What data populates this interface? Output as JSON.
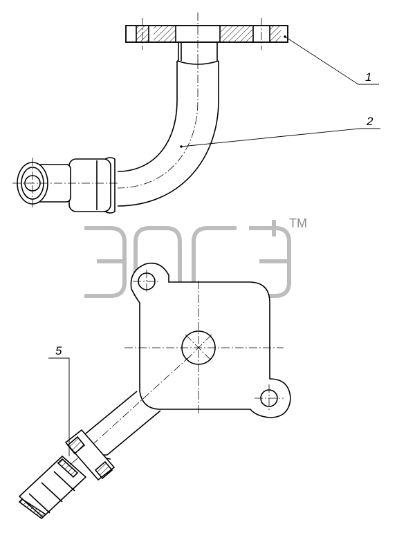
{
  "callouts": [
    {
      "id": "callout-1",
      "label": "1"
    },
    {
      "id": "callout-2",
      "label": "2"
    },
    {
      "id": "callout-5",
      "label": "5"
    }
  ],
  "watermark": {
    "logo_text": "ЗПСЭ",
    "trademark": "TM",
    "color": "#bdbdbd"
  },
  "colors": {
    "line": "#000000",
    "watermark": "#bdbdbd",
    "background": "#ffffff"
  }
}
